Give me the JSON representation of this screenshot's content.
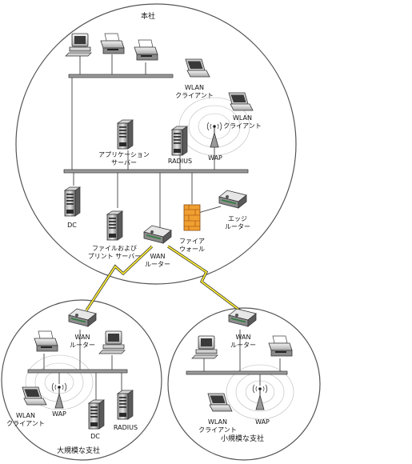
{
  "sites": {
    "hq": "本社",
    "large": "大規模な支社",
    "small": "小規模な支社"
  },
  "labels": {
    "wlan_client_a": [
      "WLAN",
      "クライアント"
    ],
    "wlan_client_b": [
      "WLAN",
      "クライアント"
    ],
    "app_server": [
      "アプリケーション",
      "サーバー"
    ],
    "radius_hq": "RADIUS",
    "wap_hq": "WAP",
    "dc_hq": "DC",
    "file_print": [
      "ファイルおよび",
      "プリント サーバー"
    ],
    "firewall": [
      "ファイア",
      "ウォール"
    ],
    "edge_router": [
      "エッジ",
      "ルーター"
    ],
    "wan_router_hq": [
      "WAN",
      "ルーター"
    ],
    "wan_router_large": [
      "WAN",
      "ルーター"
    ],
    "wan_router_small": [
      "WAN",
      "ルーター"
    ],
    "wap_large": "WAP",
    "wlan_client_large": [
      "WLAN",
      "クライアント"
    ],
    "dc_large": "DC",
    "radius_large": "RADIUS",
    "wlan_client_small": [
      "WLAN",
      "クライアント"
    ],
    "wap_small": "WAP"
  },
  "colors": {
    "outline": "#555555",
    "bus": "#9a9a9a",
    "wan_link": "#ffee33",
    "firewall": "#f0a030"
  },
  "icons": [
    "computer-icon",
    "printer-icon",
    "laptop-icon",
    "server-icon",
    "router-icon",
    "wap-icon",
    "firewall-icon"
  ]
}
